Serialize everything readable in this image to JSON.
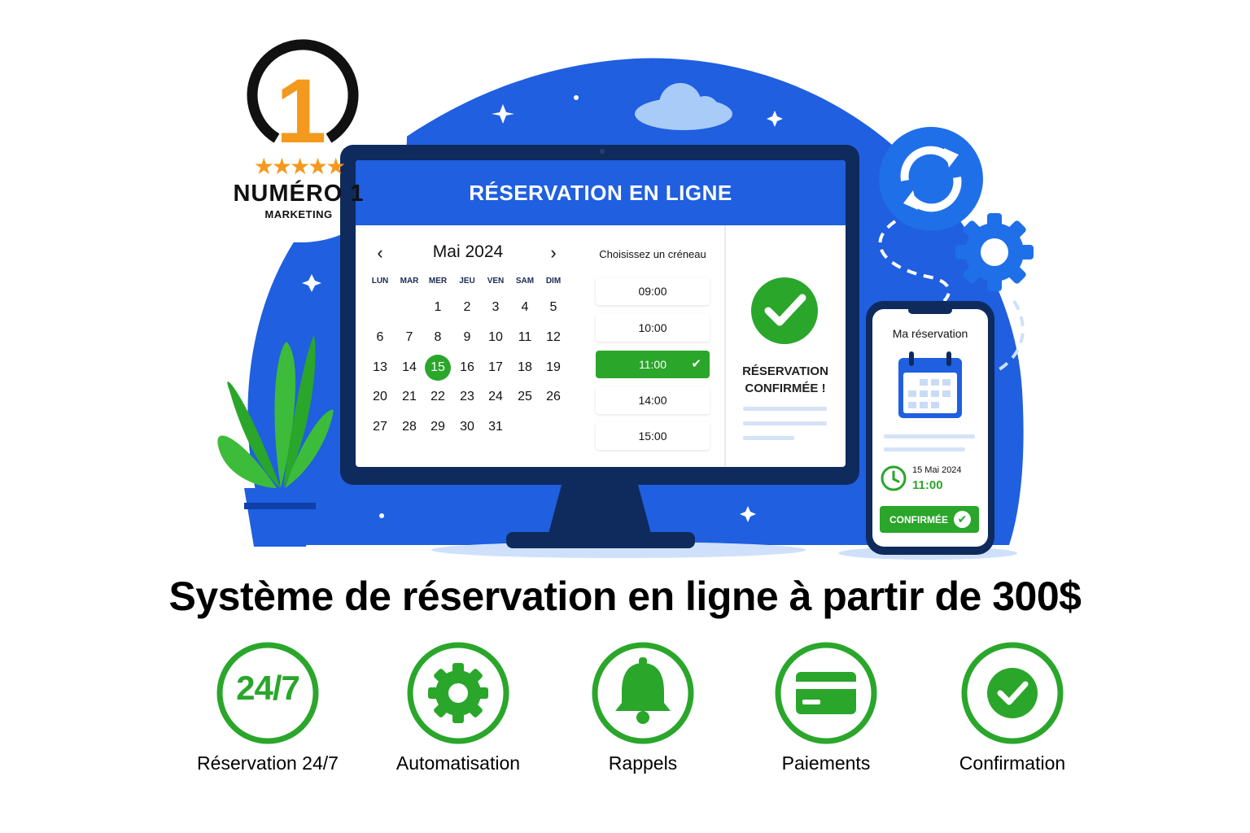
{
  "logo": {
    "number": "1",
    "stars": "★★★★★",
    "title": "NUMÉRO 1",
    "subtitle": "MARKETING"
  },
  "colors": {
    "primary_blue": "#1f5fe0",
    "dark_navy": "#0f2a5c",
    "success_green": "#2aa62b",
    "logo_orange": "#f39a1e"
  },
  "monitor": {
    "header": "RÉSERVATION EN LIGNE",
    "calendar": {
      "prev_icon": "chevron-left-icon",
      "next_icon": "chevron-right-icon",
      "prev": "‹",
      "next": "›",
      "month": "Mai 2024",
      "weekdays": [
        "LUN",
        "MAR",
        "MER",
        "JEU",
        "VEN",
        "SAM",
        "DIM"
      ],
      "weeks": [
        [
          "",
          "",
          "1",
          "2",
          "3",
          "4",
          "5"
        ],
        [
          "6",
          "7",
          "8",
          "9",
          "10",
          "11",
          "12"
        ],
        [
          "13",
          "14",
          "15",
          "16",
          "17",
          "18",
          "19"
        ],
        [
          "20",
          "21",
          "22",
          "23",
          "24",
          "25",
          "26"
        ],
        [
          "27",
          "28",
          "29",
          "30",
          "31",
          "",
          ""
        ]
      ],
      "selected_day": "15"
    },
    "slots": {
      "title": "Choisissez un créneau",
      "times": [
        "09:00",
        "10:00",
        "11:00",
        "14:00",
        "15:00"
      ],
      "selected": "11:00",
      "check": "✔"
    },
    "confirmation": {
      "icon": "check-circle-icon",
      "text_line1": "RÉSERVATION",
      "text_line2": "CONFIRMÉE !"
    }
  },
  "phone": {
    "title": "Ma réservation",
    "date": "15 Mai 2024",
    "time": "11:00",
    "button": "CONFIRMÉE",
    "button_check": "✔"
  },
  "decor_icons": [
    "sync-icon",
    "gear-icon",
    "cloud-icon",
    "plant-icon"
  ],
  "headline": "Système de réservation en ligne à partir de 300$",
  "features": [
    {
      "icon": "24-7-icon",
      "icon_text": "24/7",
      "label": "Réservation 24/7"
    },
    {
      "icon": "gear-icon",
      "label": "Automatisation"
    },
    {
      "icon": "bell-icon",
      "label": "Rappels"
    },
    {
      "icon": "credit-card-icon",
      "label": "Paiements"
    },
    {
      "icon": "check-circle-icon",
      "label": "Confirmation"
    }
  ]
}
